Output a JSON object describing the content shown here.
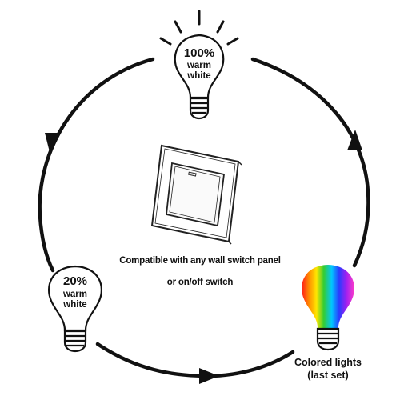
{
  "top_bulb": {
    "percent": "100%",
    "line1": "warm",
    "line2": "white"
  },
  "left_bulb": {
    "percent": "20%",
    "line1": "warm",
    "line2": "white"
  },
  "right_bulb": {
    "line1": "Colored lights",
    "line2": "(last set)"
  },
  "center": {
    "line1": "Compatible with any wall switch panel",
    "line2": "or on/off switch"
  },
  "colors": {
    "outline": "#111111",
    "rainbow": [
      "#ff1a1a",
      "#ff8c00",
      "#ffe600",
      "#33cc33",
      "#00c8ff",
      "#2a3cff",
      "#a020f0",
      "#ff3cc8"
    ]
  },
  "icons": [
    "light-bulb-icon",
    "wall-switch-icon",
    "cycle-arrow-icon"
  ]
}
